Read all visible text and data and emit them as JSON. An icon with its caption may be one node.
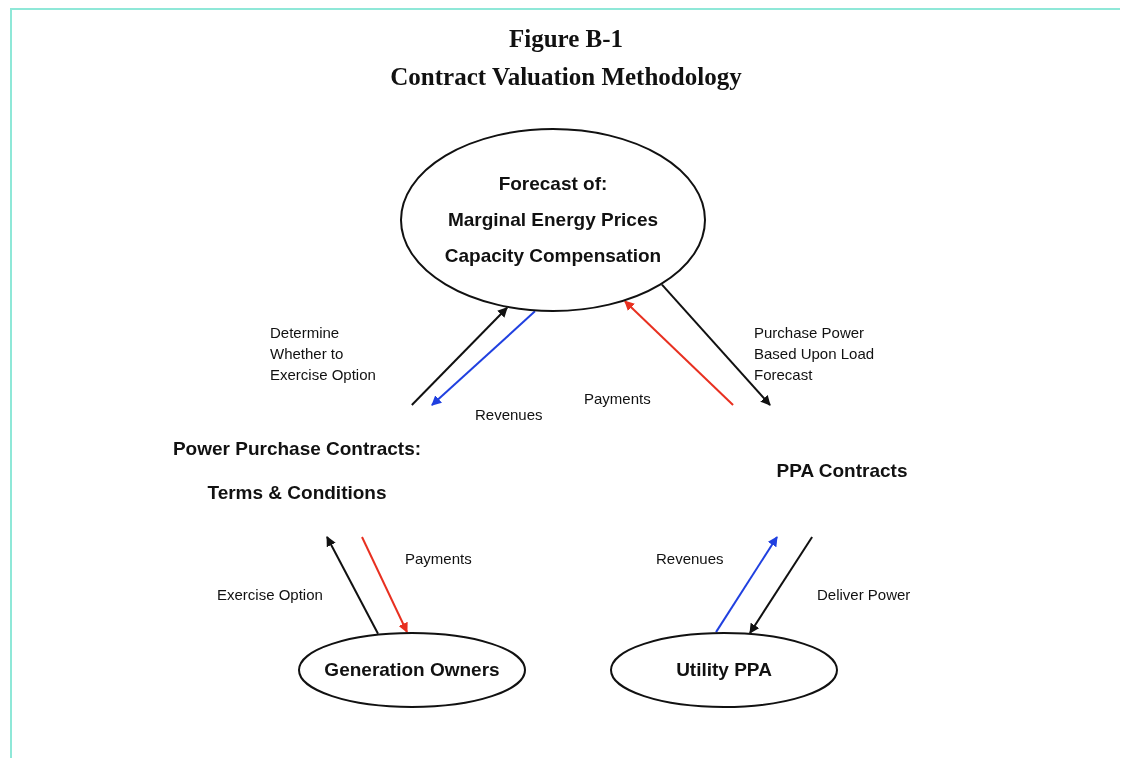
{
  "diagram": {
    "title": "Figure B-1",
    "labels": [
      "Contract Valuation Methodology"
    ],
    "nodes": [
      {
        "text": [
          "Forecast of:",
          "Marginal Energy Prices",
          "Capacity Compensation"
        ]
      },
      {
        "text": [
          "Power Purchase Contracts:",
          "Terms & Conditions"
        ]
      },
      {
        "text": [
          "PPA Contracts"
        ]
      },
      {
        "text": [
          "Generation Owners"
        ]
      },
      {
        "text": [
          "Utility PPA"
        ]
      }
    ],
    "edges": [
      {
        "from": 1,
        "to": 0,
        "arrow": "to",
        "label": "Determine Whether to Exercise Option"
      },
      {
        "from": 0,
        "to": 1,
        "arrow": "to",
        "label": "Revenues",
        "color": "#2040e0"
      },
      {
        "from": 2,
        "to": 0,
        "arrow": "to",
        "label": "Payments",
        "color": "#e83020"
      },
      {
        "from": 0,
        "to": 2,
        "arrow": "to",
        "label": "Purchase Power Based Upon Load Forecast"
      },
      {
        "from": 3,
        "to": 1,
        "arrow": "to",
        "label": "Exercise Option"
      },
      {
        "from": 1,
        "to": 3,
        "arrow": "to",
        "label": "Payments",
        "color": "#e83020"
      },
      {
        "from": 4,
        "to": 2,
        "arrow": "to",
        "label": "Revenues",
        "color": "#2040e0"
      },
      {
        "from": 2,
        "to": 4,
        "arrow": "to",
        "label": "Deliver Power"
      }
    ]
  }
}
